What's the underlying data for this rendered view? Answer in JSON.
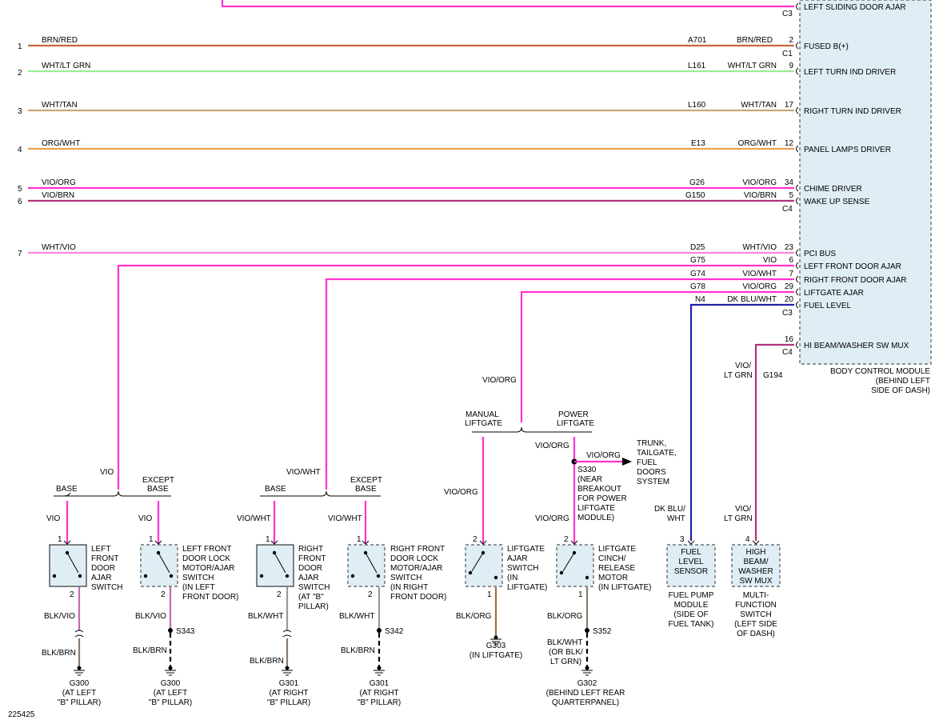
{
  "colors": {
    "vio": "#ff33cc",
    "brn_red": "#c46a3a",
    "wht_ltgrn": "#99ee99",
    "wht_tan": "#c9a77a",
    "org_wht": "#f0a050",
    "vio_brn": "#b0337a",
    "wht_vio": "#ff88dd",
    "dk_blu": "#2222aa",
    "blk_brn": "#8a7a6a",
    "blk_org": "#a07040",
    "module_fill": "#dfeef4"
  },
  "bcm": {
    "title": [
      "BODY CONTROL MODULE",
      "(BEHIND LEFT",
      "SIDE OF DASH)"
    ],
    "circuits": [
      {
        "pin_label": "1",
        "wire_color": "BRN/RED",
        "circuit": "A701",
        "wire_color_right": "BRN/RED",
        "cavity": "2",
        "function": "FUSED B(+)",
        "connector": "C1"
      },
      {
        "pin_label": "2",
        "wire_color": "WHT/LT GRN",
        "circuit": "L161",
        "wire_color_right": "WHT/LT GRN",
        "cavity": "9",
        "function": "LEFT TURN IND DRIVER",
        "connector": ""
      },
      {
        "pin_label": "3",
        "wire_color": "WHT/TAN",
        "circuit": "L160",
        "wire_color_right": "WHT/TAN",
        "cavity": "17",
        "function": "RIGHT TURN IND DRIVER",
        "connector": ""
      },
      {
        "pin_label": "4",
        "wire_color": "ORG/WHT",
        "circuit": "E13",
        "wire_color_right": "ORG/WHT",
        "cavity": "12",
        "function": "PANEL LAMPS DRIVER",
        "connector": ""
      },
      {
        "pin_label": "5",
        "wire_color": "VIO/ORG",
        "circuit": "G26",
        "wire_color_right": "VIO/ORG",
        "cavity": "34",
        "function": "CHIME DRIVER",
        "connector": ""
      },
      {
        "pin_label": "6",
        "wire_color": "VIO/BRN",
        "circuit": "G150",
        "wire_color_right": "VIO/BRN",
        "cavity": "5",
        "function": "WAKE UP SENSE",
        "connector": "C4"
      },
      {
        "pin_label": "7",
        "wire_color": "WHT/VIO",
        "circuit": "D25",
        "wire_color_right": "WHT/VIO",
        "cavity": "23",
        "function": "PCI BUS",
        "connector": ""
      }
    ],
    "top_function": "LEFT SLIDING DOOR AJAR",
    "top_connector": "C3",
    "inputs": [
      {
        "circuit": "G75",
        "wire_color": "VIO",
        "cavity": "6",
        "function": "LEFT FRONT DOOR AJAR"
      },
      {
        "circuit": "G74",
        "wire_color": "VIO/WHT",
        "cavity": "7",
        "function": "RIGHT FRONT DOOR AJAR"
      },
      {
        "circuit": "G78",
        "wire_color": "VIO/ORG",
        "cavity": "29",
        "function": "LIFTGATE AJAR"
      },
      {
        "circuit": "N4",
        "wire_color": "DK BLU/WHT",
        "cavity": "20",
        "function": "FUEL LEVEL",
        "connector": "C3"
      },
      {
        "circuit": "",
        "wire_color": "",
        "cavity": "16",
        "function": "HI BEAM/WASHER SW MUX",
        "connector": "C4"
      }
    ]
  },
  "labels": {
    "vio": "VIO",
    "vio_wht": "VIO/WHT",
    "vio_org": "VIO/ORG",
    "base": "BASE",
    "except": "EXCEPT",
    "base2": "BASE",
    "manual": "MANUAL",
    "liftgate": "LIFTGATE",
    "power": "POWER",
    "blk_vio": "BLK/VIO",
    "blk_brn": "BLK/BRN",
    "blk_wht": "BLK/WHT",
    "blk_org": "BLK/ORG",
    "dk_blu": "DK BLU/",
    "wht": "WHT",
    "vio_slash": "VIO/",
    "lt_grn": "LT GRN",
    "g194": "G194",
    "trunk": [
      "TRUNK,",
      "TAILGATE,",
      "FUEL",
      "DOORS",
      "SYSTEM"
    ],
    "s330": [
      "S330",
      "(NEAR",
      "BREAKOUT",
      "FOR POWER",
      "LIFTGATE",
      "MODULE)"
    ],
    "blk_wht_or": [
      "BLK/WHT",
      "(OR BLK/",
      "LT GRN)"
    ],
    "diagram_id": "225425"
  },
  "components": [
    {
      "name": [
        "LEFT",
        "FRONT",
        "DOOR",
        "AJAR",
        "SWITCH"
      ],
      "pin_top": "1",
      "pin_bot": "2"
    },
    {
      "name": [
        "LEFT FRONT",
        "DOOR LOCK",
        "MOTOR/AJAR",
        "SWITCH",
        "(IN LEFT",
        "FRONT DOOR)"
      ],
      "pin_top": "1",
      "pin_bot": "2"
    },
    {
      "name": [
        "RIGHT",
        "FRONT",
        "DOOR",
        "AJAR",
        "SWITCH",
        "(AT \"B\"",
        "PILLAR)"
      ],
      "pin_top": "1",
      "pin_bot": "2"
    },
    {
      "name": [
        "RIGHT FRONT",
        "DOOR LOCK",
        "MOTOR/AJAR",
        "SWITCH",
        "(IN RIGHT",
        "FRONT DOOR)"
      ],
      "pin_top": "1",
      "pin_bot": "2"
    },
    {
      "name": [
        "LIFTGATE",
        "AJAR",
        "SWITCH",
        "(IN",
        "LIFTGATE)"
      ],
      "pin_top": "2",
      "pin_bot": "1"
    },
    {
      "name": [
        "LIFTGATE",
        "CINCH/",
        "RELEASE",
        "MOTOR",
        "(IN LIFTGATE)"
      ],
      "pin_top": "2",
      "pin_bot": "1"
    },
    {
      "name": [
        "FUEL",
        "LEVEL",
        "SENSOR"
      ],
      "pin_top": "3",
      "sub": [
        "FUEL PUMP",
        "MODULE",
        "(SIDE OF",
        "FUEL TANK)"
      ]
    },
    {
      "name": [
        "HIGH",
        "BEAM/",
        "WASHER",
        "SW MUX"
      ],
      "pin_top": "4",
      "sub": [
        "MULTI-",
        "FUNCTION",
        "SWITCH",
        "(LEFT SIDE",
        "OF DASH)"
      ]
    }
  ],
  "splices": [
    "S343",
    "S342",
    "S352"
  ],
  "grounds": [
    {
      "id": "G300",
      "loc": [
        "(AT LEFT",
        "\"B\" PILLAR)"
      ]
    },
    {
      "id": "G300",
      "loc": [
        "(AT LEFT",
        "\"B\" PILLAR)"
      ]
    },
    {
      "id": "G301",
      "loc": [
        "(AT RIGHT",
        "\"B\" PILLAR)"
      ]
    },
    {
      "id": "G301",
      "loc": [
        "(AT RIGHT",
        "\"B\" PILLAR)"
      ]
    },
    {
      "id": "G303",
      "loc": [
        "(IN LIFTGATE)"
      ]
    },
    {
      "id": "G302",
      "loc": [
        "(BEHIND LEFT REAR",
        "QUARTERPANEL)"
      ]
    }
  ]
}
